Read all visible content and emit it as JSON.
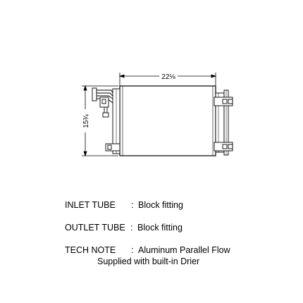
{
  "diagram": {
    "width_label": "22⅛",
    "height_label": "15¾"
  },
  "specs": {
    "inlet": {
      "label": "INLET TUBE",
      "value": "Block fitting"
    },
    "outlet": {
      "label": "OUTLET TUBE",
      "value": "Block fitting"
    },
    "tech_note": {
      "label": "TECH NOTE",
      "value": "Aluminum Parallel Flow",
      "value_line2": "Supplied with built-in Drier"
    },
    "separator": ":"
  }
}
